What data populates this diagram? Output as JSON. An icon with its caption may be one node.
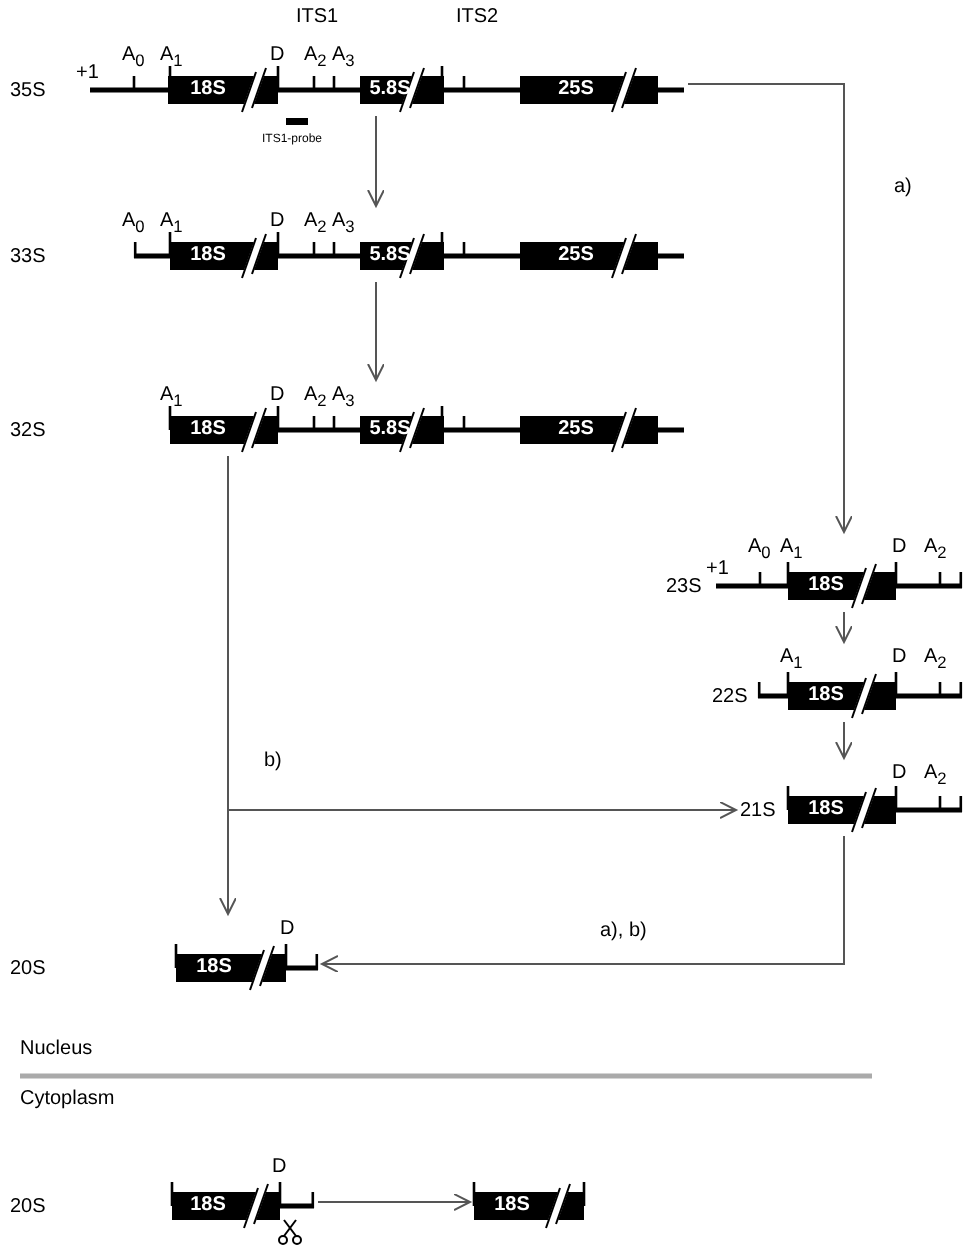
{
  "diagram": {
    "nodes": [
      {
        "text": [
          "A$_{0}$",
          "A$_{1}$",
          "D",
          "A$_{2}$",
          "A$_{3}$",
          "+1",
          "18S",
          "5.8S",
          "25S"
        ]
      },
      {
        "text": [
          "A$_{0}$",
          "A$_{1}$",
          "D",
          "A$_{2}$",
          "A$_{3}$",
          "18S",
          "5.8S",
          "25S"
        ]
      },
      {
        "text": [
          "A$_{1}$",
          "D",
          "A$_{2}$",
          "A$_{3}$",
          "18S",
          "5.8S",
          "25S"
        ]
      },
      {
        "text": [
          "A$_{0}$",
          "A$_{1}$",
          "D",
          "A$_{2}$",
          "+1",
          "18S"
        ],
        "beside": [
          "23S"
        ]
      },
      {
        "text": [
          "A$_{1}$",
          "D",
          "A$_{2}$",
          "18S"
        ],
        "beside": [
          "22S"
        ]
      },
      {
        "text": [
          "D",
          "A$_{2}$",
          "18S"
        ],
        "beside": [
          "21S"
        ]
      },
      {
        "text": [
          "D",
          "18S"
        ]
      },
      {
        "text": [
          "D",
          "18S"
        ]
      },
      {
        "text": [
          "18S"
        ]
      }
    ],
    "edges": [
      {
        "from": 0,
        "to": 1,
        "arrow": "to"
      },
      {
        "from": 1,
        "to": 2,
        "arrow": "to"
      },
      {
        "from": 0,
        "to": 3,
        "arrow": "to",
        "label": "a)"
      },
      {
        "from": 3,
        "to": 4,
        "arrow": "to"
      },
      {
        "from": 4,
        "to": 5,
        "arrow": "to"
      },
      {
        "from": 2,
        "to": 6,
        "arrow": "to"
      },
      {
        "from": 2,
        "to": 5,
        "arrow": "to",
        "label": "b)"
      },
      {
        "from": 5,
        "to": 6,
        "arrow": "to",
        "label": "a), b)"
      },
      {
        "from": 7,
        "to": 8,
        "arrow": "to"
      }
    ],
    "labels": [
      "ITS1",
      "ITS2",
      "35S",
      "ITS1-probe",
      "33S",
      "32S",
      "20S",
      "Nucleus",
      "Cytoplasm",
      "20S"
    ]
  }
}
